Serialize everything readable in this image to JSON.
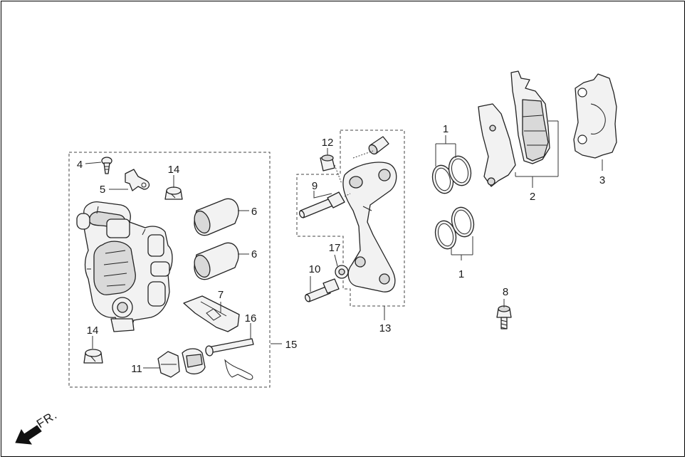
{
  "labels": {
    "p1a": "1",
    "p1b": "1",
    "p2": "2",
    "p3": "3",
    "p4": "4",
    "p5": "5",
    "p6a": "6",
    "p6b": "6",
    "p7": "7",
    "p8": "8",
    "p9": "9",
    "p10": "10",
    "p11": "11",
    "p12": "12",
    "p13": "13",
    "p14a": "14",
    "p14b": "14",
    "p15": "15",
    "p16": "16",
    "p17": "17"
  },
  "direction": {
    "text": "FR."
  }
}
